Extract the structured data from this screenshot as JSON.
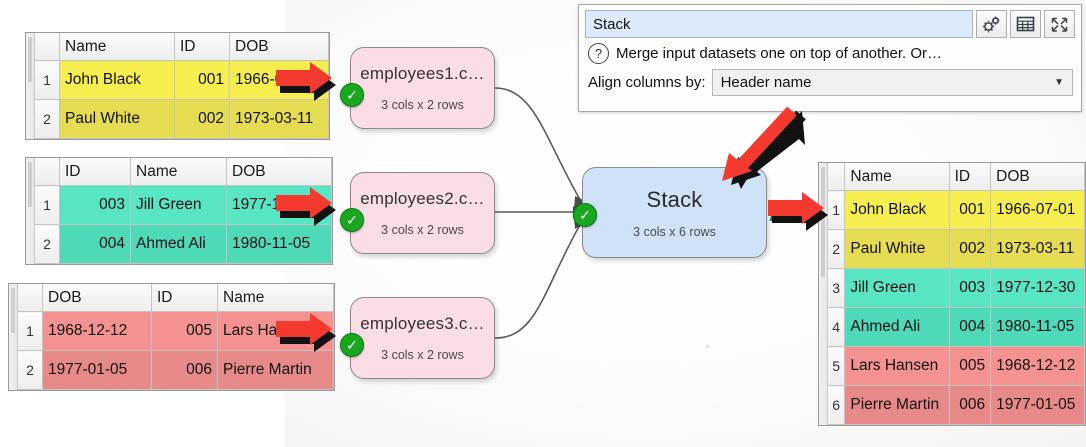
{
  "app": {
    "canvas_dot": "canvas-dot"
  },
  "panel": {
    "name_value": "Stack",
    "help_icon": "question-mark-icon",
    "description": "Merge input datasets one on top of another. Or…",
    "align_label": "Align columns by:",
    "align_value": "Header name",
    "buttons": [
      {
        "name": "settings-gears-icon",
        "glyph": "gears"
      },
      {
        "name": "table-view-icon",
        "glyph": "table"
      },
      {
        "name": "expand-icon",
        "glyph": "expand"
      }
    ]
  },
  "inputs": [
    {
      "name": "employees1",
      "headers": [
        "Name",
        "ID",
        "DOB"
      ],
      "aligns": [
        "txt",
        "num",
        "txt"
      ],
      "widths": [
        104,
        44,
        88
      ],
      "rows": [
        {
          "n": "1",
          "cells": [
            "John Black",
            "001",
            "1966-07-01"
          ],
          "fill": "c-yellow"
        },
        {
          "n": "2",
          "cells": [
            "Paul White",
            "002",
            "1973-03-11"
          ],
          "fill": "c-yellow2"
        }
      ]
    },
    {
      "name": "employees2",
      "headers": [
        "ID",
        "Name",
        "DOB"
      ],
      "aligns": [
        "num",
        "txt",
        "txt"
      ],
      "widths": [
        60,
        85,
        94
      ],
      "rows": [
        {
          "n": "1",
          "cells": [
            "003",
            "Jill Green",
            "1977-12-30"
          ],
          "fill": "c-teal"
        },
        {
          "n": "2",
          "cells": [
            "004",
            "Ahmed Ali",
            "1980-11-05"
          ],
          "fill": "c-teal2"
        }
      ]
    },
    {
      "name": "employees3",
      "headers": [
        "DOB",
        "ID",
        "Name"
      ],
      "aligns": [
        "txt",
        "num",
        "txt"
      ],
      "widths": [
        98,
        55,
        105
      ],
      "rows": [
        {
          "n": "1",
          "cells": [
            "1968-12-12",
            "005",
            "Lars Hansen"
          ],
          "fill": "c-red"
        },
        {
          "n": "2",
          "cells": [
            "1977-01-05",
            "006",
            "Pierre Martin"
          ],
          "fill": "c-red2"
        }
      ]
    }
  ],
  "output": {
    "headers": [
      "Name",
      "ID",
      "DOB"
    ],
    "aligns": [
      "txt",
      "num",
      "txt"
    ],
    "widths": [
      110,
      48,
      96
    ],
    "rows": [
      {
        "n": "1",
        "cells": [
          "John Black",
          "001",
          "1966-07-01"
        ],
        "fill": "c-yellow"
      },
      {
        "n": "2",
        "cells": [
          "Paul White",
          "002",
          "1973-03-11"
        ],
        "fill": "c-yellow2"
      },
      {
        "n": "3",
        "cells": [
          "Jill Green",
          "003",
          "1977-12-30"
        ],
        "fill": "c-teal"
      },
      {
        "n": "4",
        "cells": [
          "Ahmed Ali",
          "004",
          "1980-11-05"
        ],
        "fill": "c-teal2"
      },
      {
        "n": "5",
        "cells": [
          "Lars Hansen",
          "005",
          "1968-12-12"
        ],
        "fill": "c-red"
      },
      {
        "n": "6",
        "cells": [
          "Pierre Martin",
          "006",
          "1977-01-05"
        ],
        "fill": "c-red2"
      }
    ]
  },
  "nodes": [
    {
      "id": "employees1",
      "title": "employees1.c…",
      "sub": "3 cols x 2 rows",
      "status": "ok-check-icon"
    },
    {
      "id": "employees2",
      "title": "employees2.c…",
      "sub": "3 cols x 2 rows",
      "status": "ok-check-icon"
    },
    {
      "id": "employees3",
      "title": "employees3.c…",
      "sub": "3 cols x 2 rows",
      "status": "ok-check-icon"
    },
    {
      "id": "stack",
      "title": "Stack",
      "sub": "3 cols x 6 rows",
      "status": "ok-check-icon",
      "out_glyph": "∧"
    }
  ],
  "colors": {
    "node_pink": "#fbdde6",
    "node_blue": "#cfe2f7",
    "check_green": "#19a71f",
    "callout_red": "#f4392f",
    "yellow": "#f5ee4e",
    "teal": "#57e5c4",
    "red": "#f49292"
  }
}
